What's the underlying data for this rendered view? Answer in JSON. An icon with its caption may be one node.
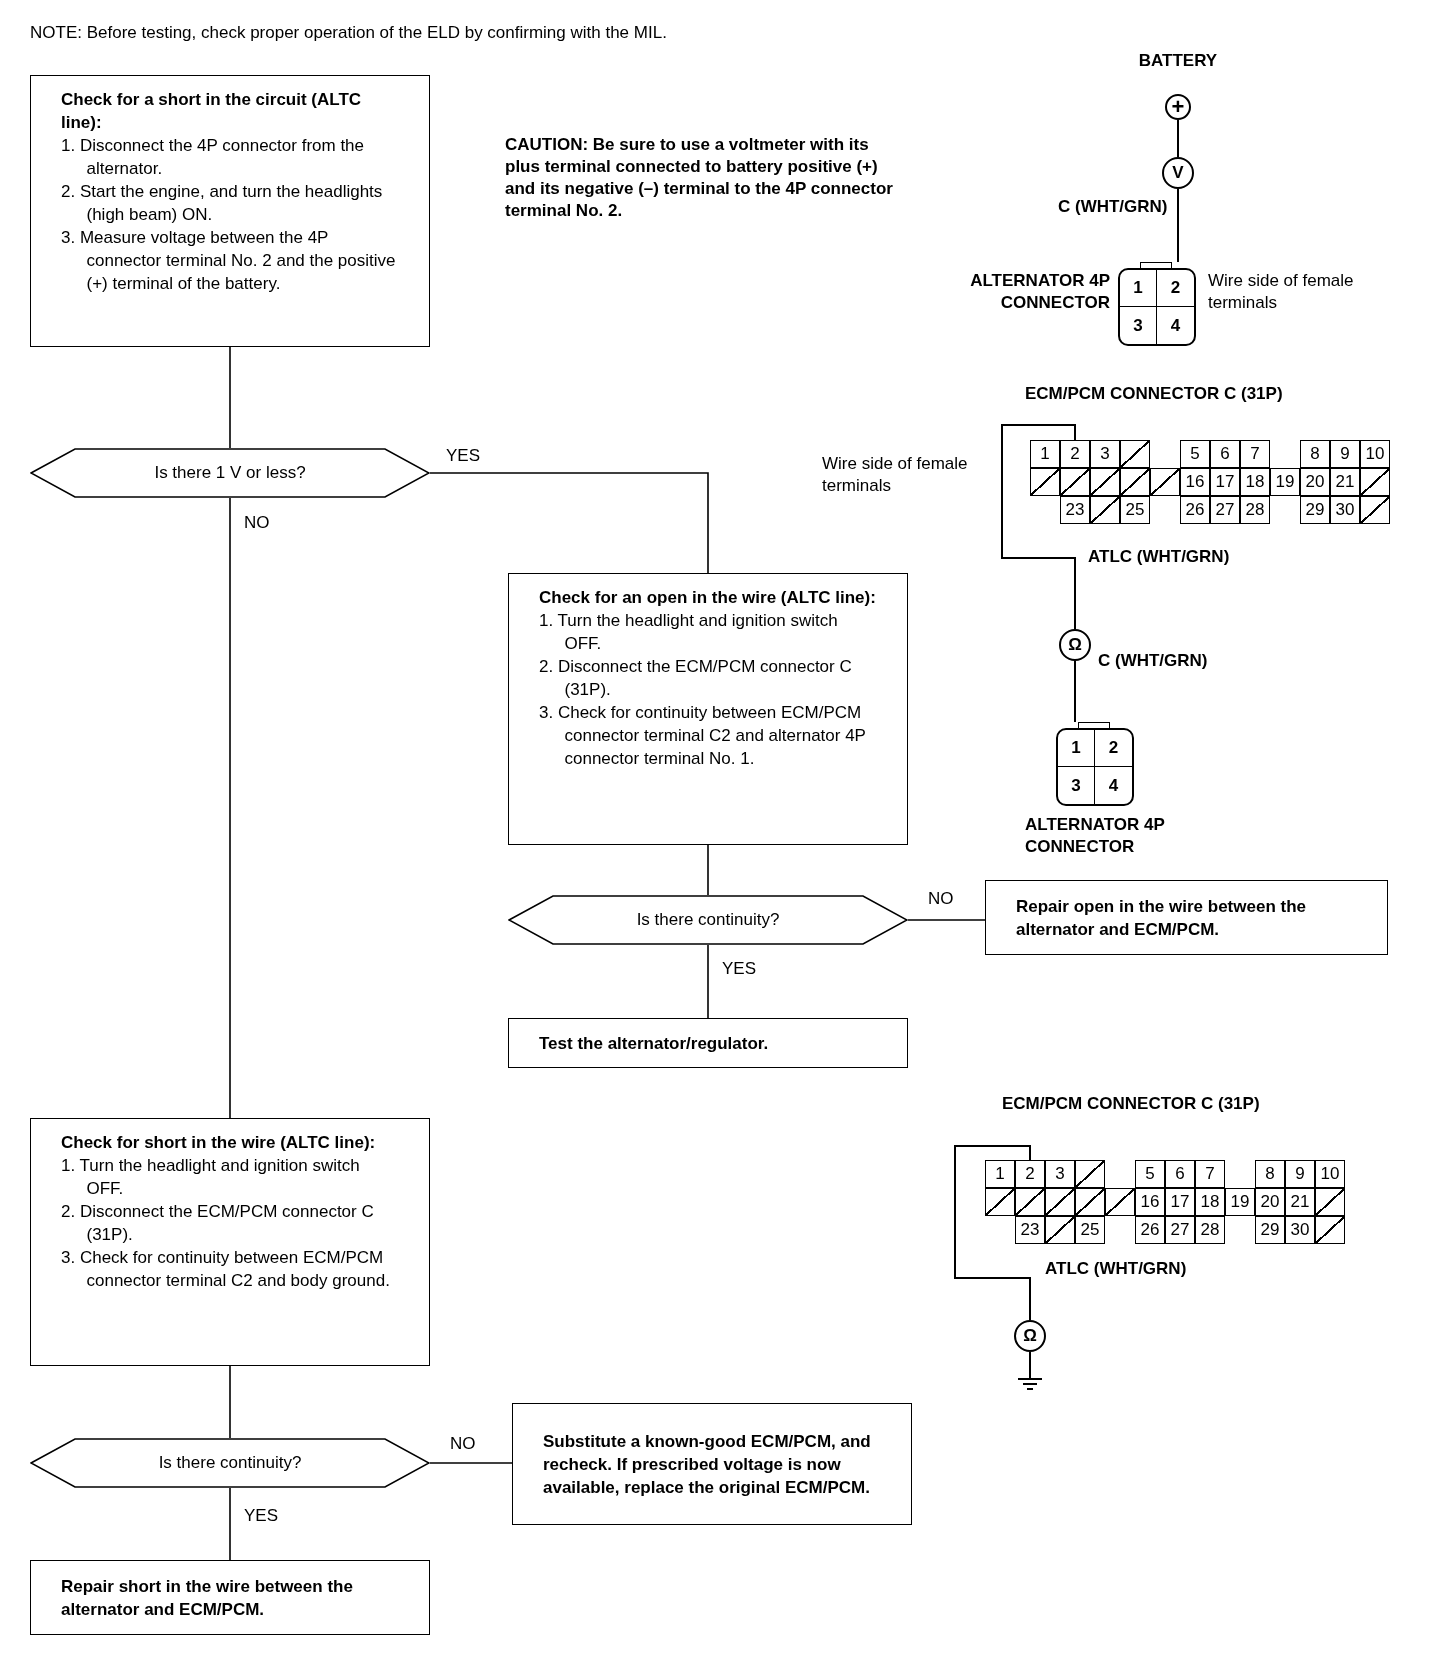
{
  "diagram": {
    "nodes": [
      {
        "text": [
          "Check for a short in the circuit (ALTC line):",
          "1. Disconnect the 4P connector from the alternator.",
          "2. Start the engine, and turn the headlights (high beam) ON.",
          "3. Measure voltage between the 4P connector terminal No. 2 and the positive (+) terminal of the battery."
        ]
      },
      {
        "text": [
          "Is there 1 V or less?"
        ]
      },
      {
        "text": [
          "Check for an open in the wire (ALTC line):",
          "1. Turn the headlight and ignition switch OFF.",
          "2. Disconnect the ECM/PCM connector C (31P).",
          "3. Check for continuity between ECM/PCM connector terminal C2 and alternator 4P connector terminal No. 1."
        ]
      },
      {
        "text": [
          "Is there continuity?"
        ]
      },
      {
        "text": [
          "Repair open in the wire between the alternator and ECM/PCM."
        ]
      },
      {
        "text": [
          "Test the alternator/regulator."
        ]
      },
      {
        "text": [
          "Check for short in the wire (ALTC line):",
          "1. Turn the headlight and ignition switch OFF.",
          "2. Disconnect the ECM/PCM connector C (31P).",
          "3. Check for continuity between ECM/PCM connector terminal C2 and body ground."
        ]
      },
      {
        "text": [
          "Is there continuity?"
        ]
      },
      {
        "text": [
          "Substitute a known-good ECM/PCM, and recheck. If prescribed voltage is now available, replace the original ECM/PCM."
        ]
      },
      {
        "text": [
          "Repair short in the wire between the alternator and ECM/PCM."
        ]
      },
      {
        "text": [
          "+"
        ],
        "beside": [
          "BATTERY"
        ]
      },
      {
        "text": [
          "V"
        ]
      },
      {
        "text": [
          "1",
          "2",
          "3",
          "4"
        ],
        "beside": [
          "ALTERNATOR 4P CONNECTOR",
          "Wire side of female terminals"
        ]
      },
      {
        "text": [
          "1",
          "2",
          "3",
          "5",
          "6",
          "7",
          "8",
          "9",
          "10",
          "16",
          "17",
          "18",
          "19",
          "20",
          "21",
          "23",
          "25",
          "26",
          "27",
          "28",
          "29",
          "30"
        ],
        "beside": [
          "ECM/PCM CONNECTOR C (31P)",
          "Wire side of female terminals"
        ]
      },
      {
        "text": [
          "Ω"
        ]
      },
      {
        "text": [
          "1",
          "2",
          "3",
          "4"
        ],
        "beside": [
          "ALTERNATOR 4P CONNECTOR"
        ]
      },
      {
        "text": [
          "1",
          "2",
          "3",
          "5",
          "6",
          "7",
          "8",
          "9",
          "10",
          "16",
          "17",
          "18",
          "19",
          "20",
          "21",
          "23",
          "25",
          "26",
          "27",
          "28",
          "29",
          "30"
        ],
        "beside": [
          "ECM/PCM CONNECTOR C (31P)"
        ]
      },
      {
        "text": [
          "Ω"
        ]
      },
      {
        "text": [],
        "shape": "ground"
      }
    ],
    "edges": [
      {
        "from": 0,
        "to": 1,
        "arrow": "none"
      },
      {
        "from": 1,
        "to": 2,
        "arrow": "none",
        "label": "YES"
      },
      {
        "from": 1,
        "to": 6,
        "arrow": "none",
        "label": "NO"
      },
      {
        "from": 2,
        "to": 3,
        "arrow": "none"
      },
      {
        "from": 3,
        "to": 4,
        "arrow": "none",
        "label": "NO"
      },
      {
        "from": 3,
        "to": 5,
        "arrow": "none",
        "label": "YES"
      },
      {
        "from": 6,
        "to": 7,
        "arrow": "none"
      },
      {
        "from": 7,
        "to": 8,
        "arrow": "none",
        "label": "NO"
      },
      {
        "from": 7,
        "to": 9,
        "arrow": "none",
        "label": "YES"
      },
      {
        "from": 10,
        "to": 11,
        "arrow": "none"
      },
      {
        "from": 11,
        "to": 12,
        "arrow": "none",
        "label": "C (WHT/GRN)"
      },
      {
        "from": 13,
        "to": 14,
        "arrow": "none",
        "label": "ATLC (WHT/GRN)"
      },
      {
        "from": 14,
        "to": 15,
        "arrow": "none",
        "label": "C (WHT/GRN)"
      },
      {
        "from": 16,
        "to": 17,
        "arrow": "none",
        "label": "ATLC (WHT/GRN)"
      },
      {
        "from": 17,
        "to": 18,
        "arrow": "none"
      }
    ],
    "labels": [
      "NOTE: Before testing, check proper operation of the ELD by confirming with the MIL.",
      "CAUTION: Be sure to use a voltmeter with its plus terminal connected to battery positive (+) and its negative (–) terminal to the 4P connector terminal No. 2."
    ]
  }
}
